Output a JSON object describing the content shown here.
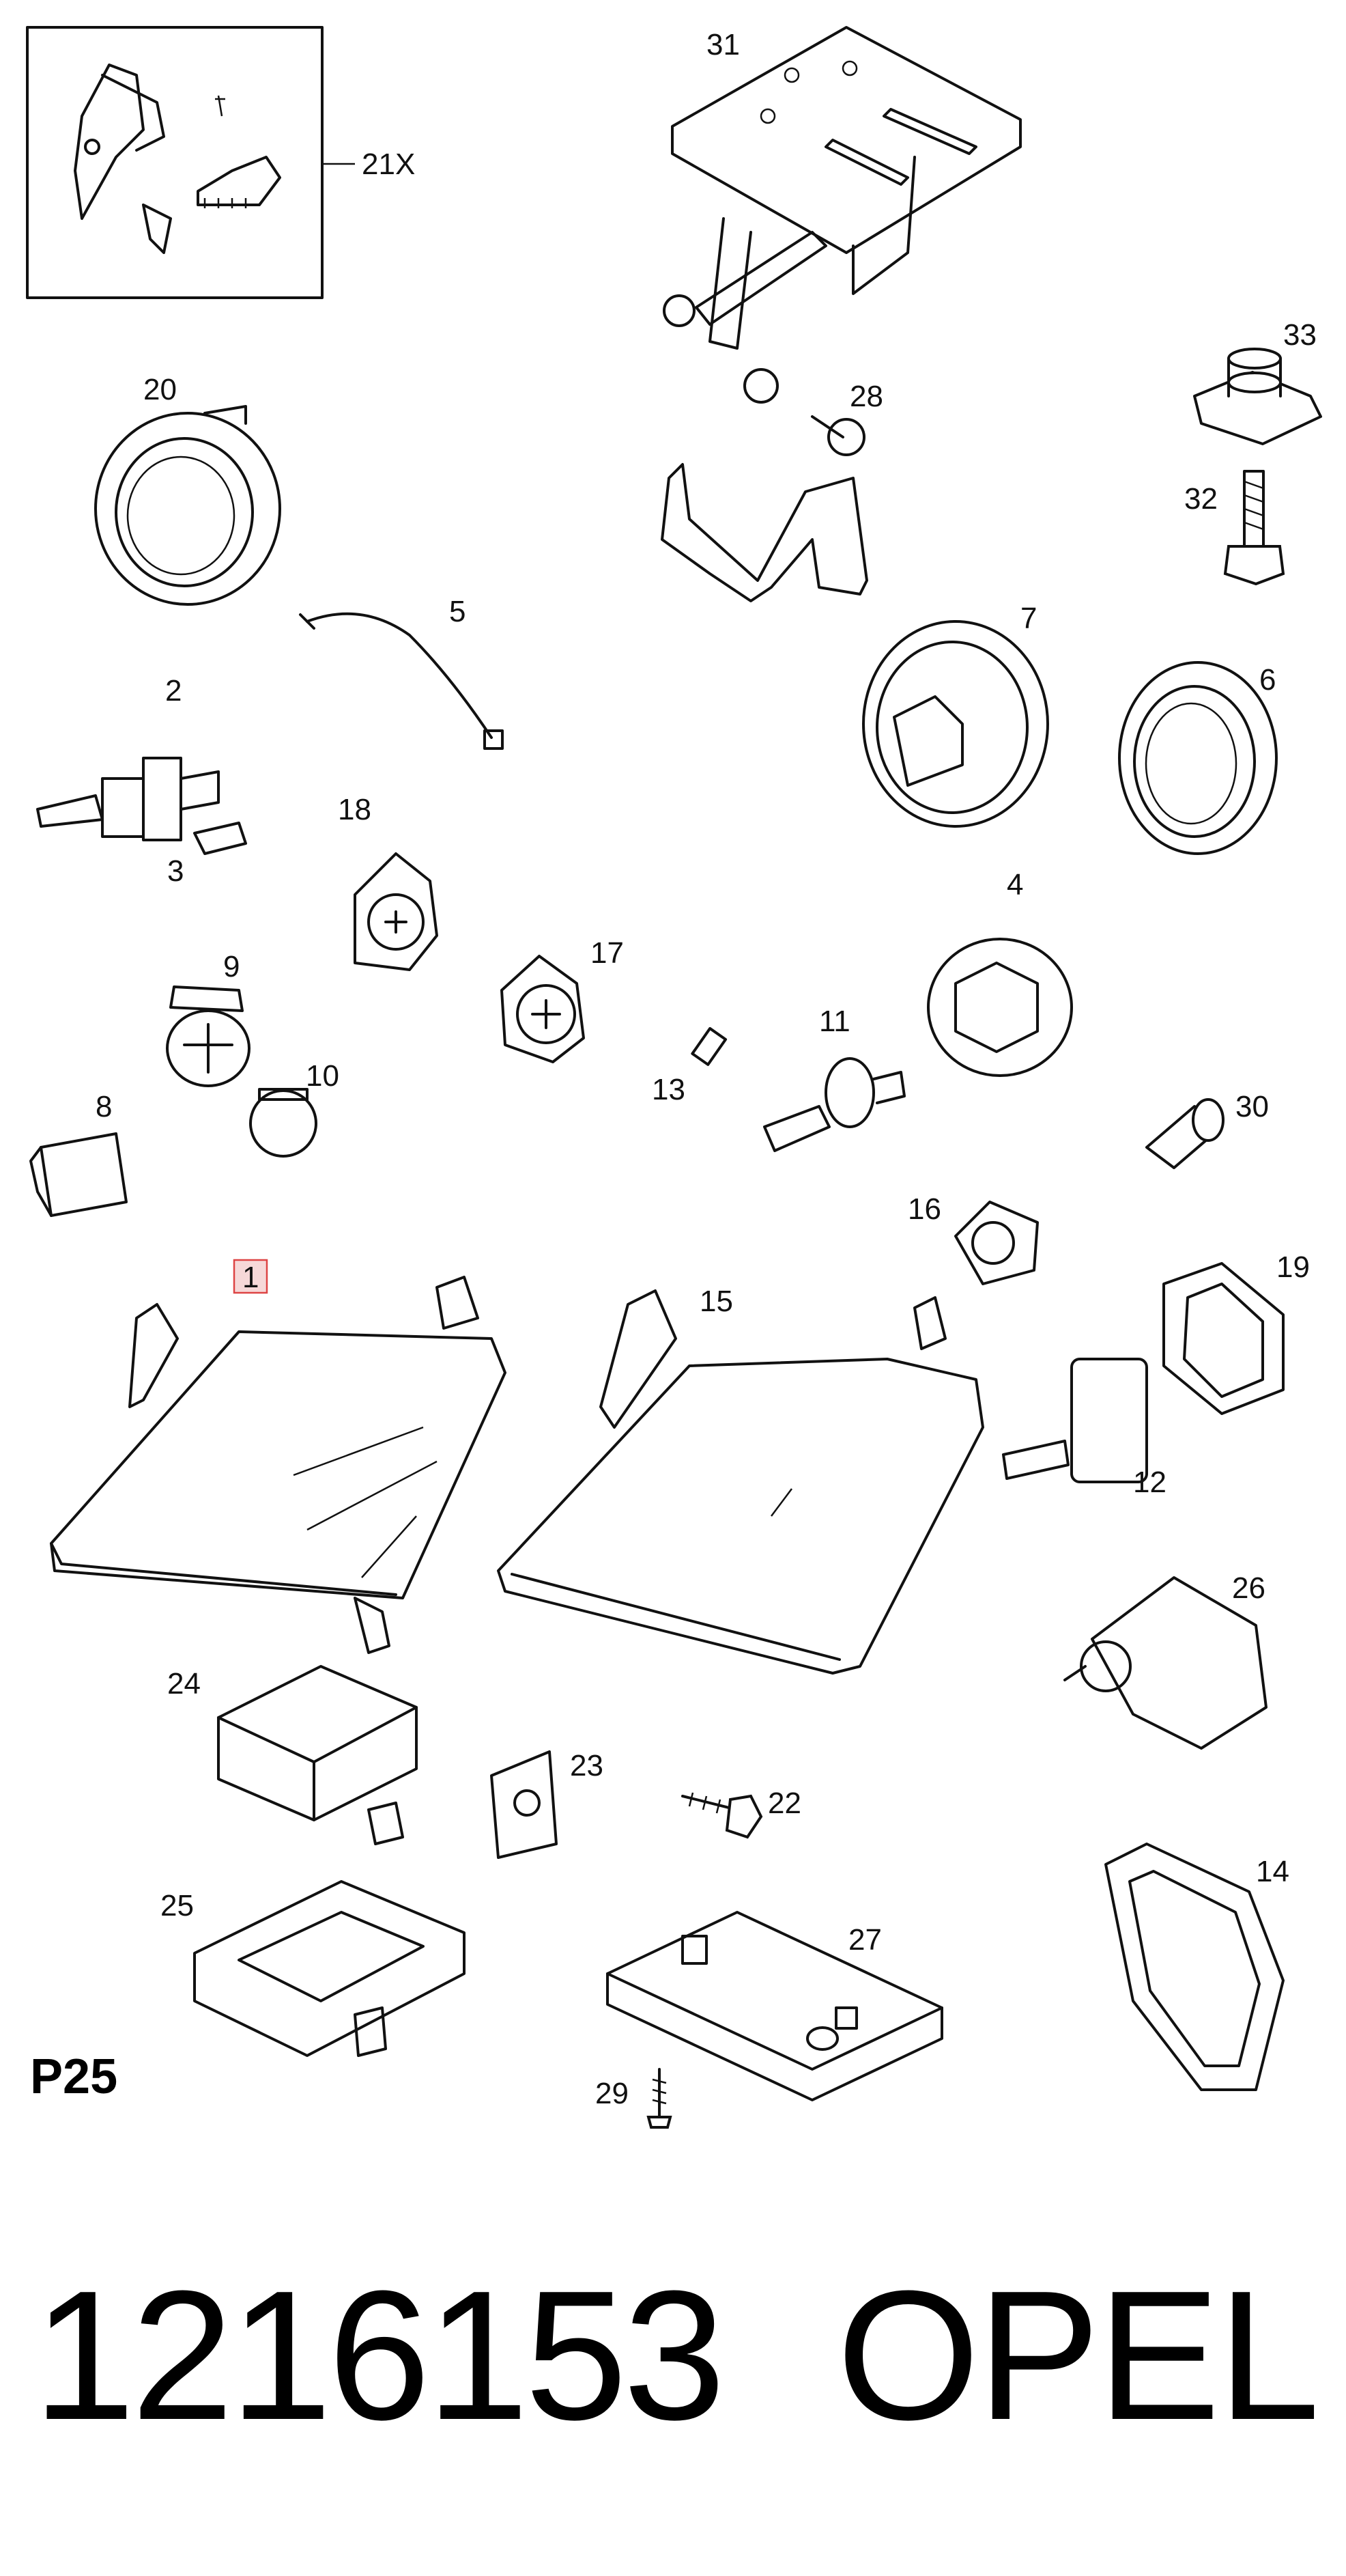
{
  "diagram": {
    "page_code": "P25",
    "callouts": {
      "c1": "1",
      "c2": "2",
      "c3": "3",
      "c4": "4",
      "c5": "5",
      "c6": "6",
      "c7": "7",
      "c8": "8",
      "c9": "9",
      "c10": "10",
      "c11": "11",
      "c12": "12",
      "c13": "13",
      "c14": "14",
      "c15": "15",
      "c16": "16",
      "c17": "17",
      "c18": "18",
      "c19": "19",
      "c20": "20",
      "c21x": "21X",
      "c22": "22",
      "c23": "23",
      "c24": "24",
      "c25": "25",
      "c26": "26",
      "c27": "27",
      "c28": "28",
      "c29": "29",
      "c30": "30",
      "c31": "31",
      "c32": "32",
      "c33": "33"
    },
    "highlighted_callout": "1"
  },
  "footer": {
    "part_number": "1216153",
    "brand": "OPEL"
  },
  "colors": {
    "line": "#111111",
    "highlight_fill": "#f6d8d8",
    "highlight_border": "#dd4444"
  }
}
